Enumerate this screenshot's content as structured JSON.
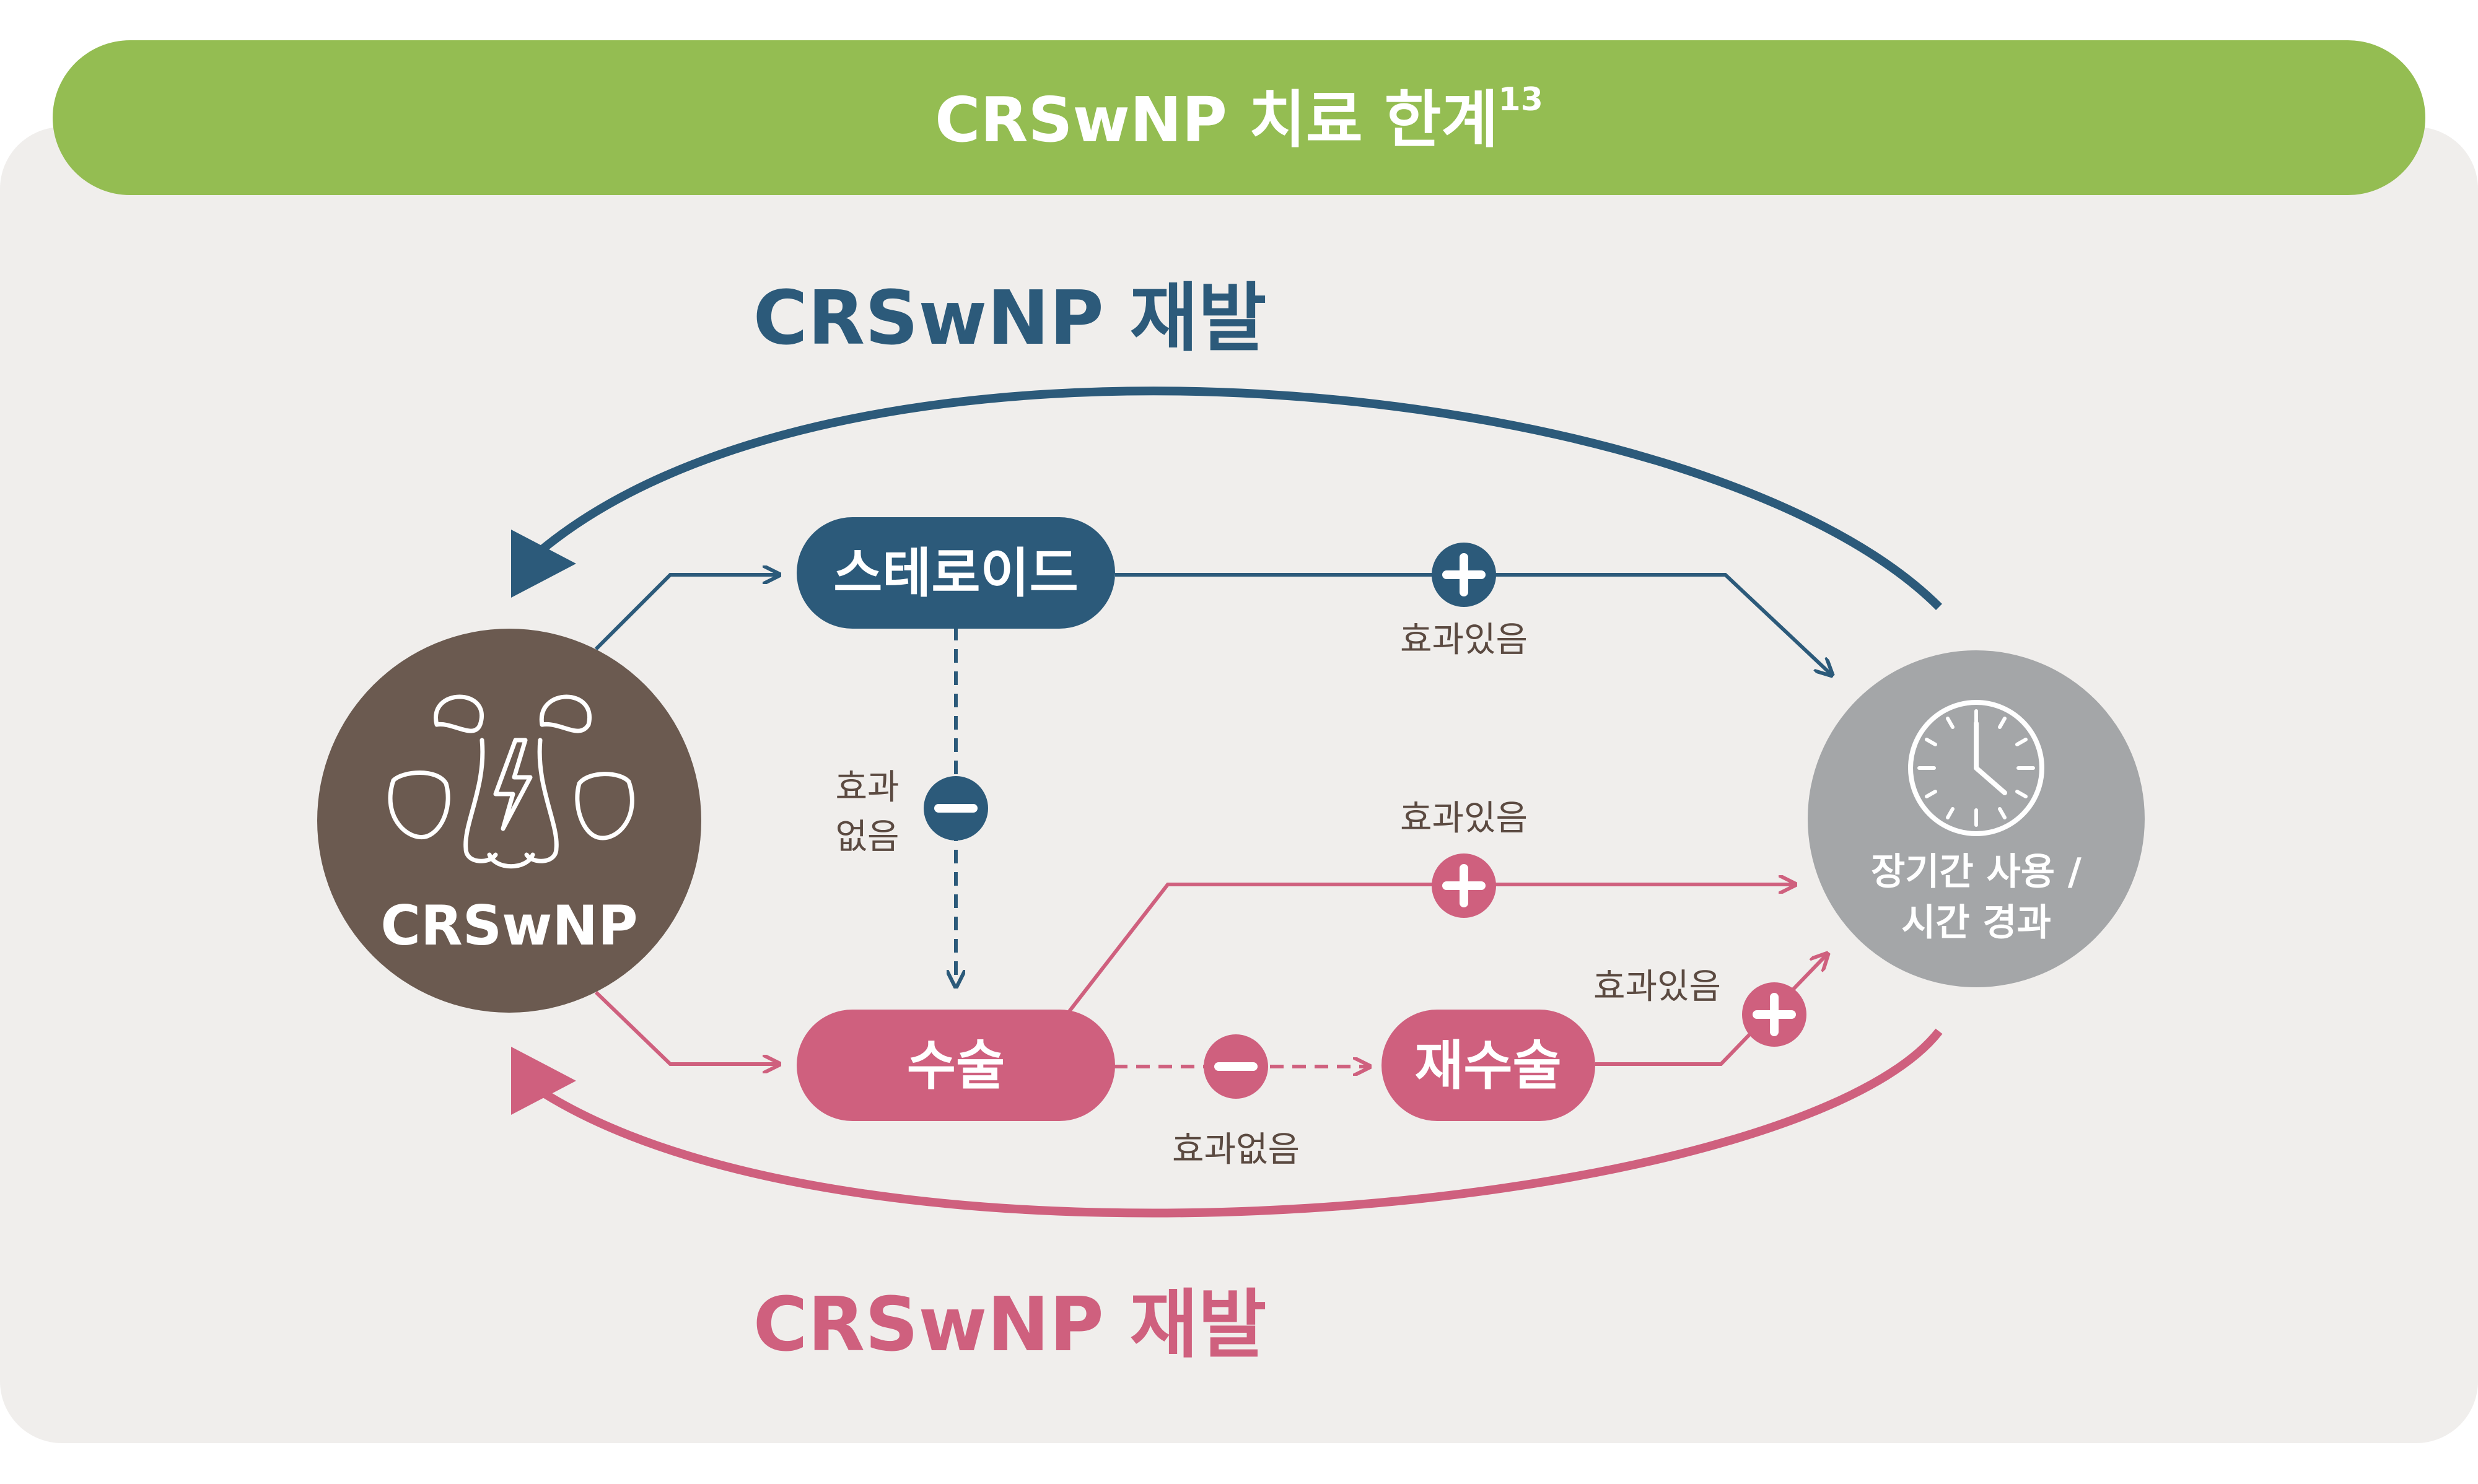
{
  "header": {
    "title": "CRSwNP 치료 한계",
    "ref": "13"
  },
  "relapse_top": "CRSwNP 재발",
  "relapse_bottom": "CRSwNP 재발",
  "nodes": {
    "crswnp": "CRSwNP",
    "steroid": "스테로이드",
    "surgery": "수술",
    "resurgery": "재수술",
    "long_term": {
      "line1": "장기간 사용 /",
      "line2": "시간 경과"
    }
  },
  "labels": {
    "effective_top": "효과있음",
    "effective_mid": "효과있음",
    "effective_right": "효과있음",
    "ineffective_vertical": {
      "line1": "효과",
      "line2": "없음"
    },
    "ineffective_bottom": "효과없음"
  },
  "icons": {
    "nose": "nose-sinus-icon",
    "clock": "clock-icon",
    "plus": "plus-icon",
    "minus": "minus-icon"
  },
  "colors": {
    "header_green": "#94bd52",
    "navy": "#2c5a7a",
    "pink": "#cf607e",
    "brown": "#6b5a50",
    "gray": "#a4a6a8",
    "panel": "#f0eeec"
  }
}
